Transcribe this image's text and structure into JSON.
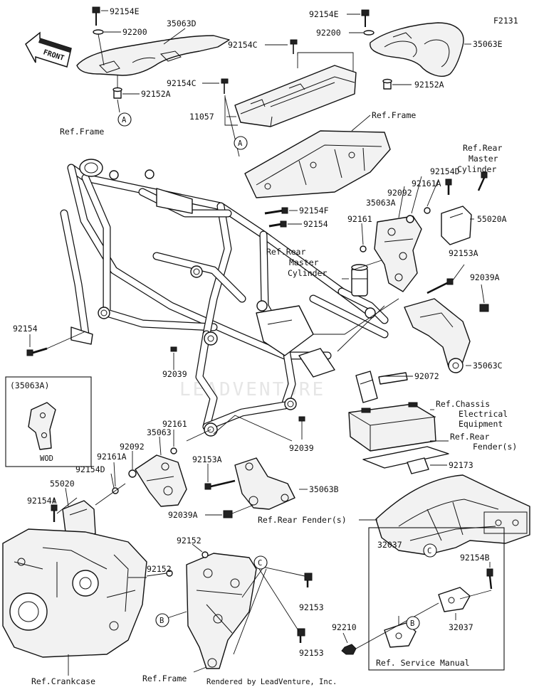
{
  "diagram_code": "F2131",
  "front_arrow_label": "FRONT",
  "watermark": "LEADVENTURE",
  "footer": "Rendered by LeadVenture, Inc.",
  "inset_box": {
    "title": "(35063A)",
    "caption": "WOD"
  },
  "service_box": {
    "title": "Ref. Service Manual"
  },
  "callouts": {
    "a": "A",
    "b": "B",
    "c": "C"
  },
  "labels": {
    "p92154e_l": "92154E",
    "p92200_l": "92200",
    "p35063d": "35063D",
    "p92152a_l": "92152A",
    "p92154c_top": "92154C",
    "p92154c_mid": "92154C",
    "p11057": "11057",
    "p92154e_r": "92154E",
    "p92200_r": "92200",
    "p35063e": "35063E",
    "p92152a_r": "92152A",
    "ref_frame_top": "Ref.Frame",
    "ref_frame_left": "Ref.Frame",
    "ref_rear_master_1": "Ref.Rear",
    "ref_rear_master_2": "Master",
    "ref_rear_master_3": "Cylinder",
    "p92154d_r": "92154D",
    "p92161a_r": "92161A",
    "p92092_r": "92092",
    "p35063a": "35063A",
    "p92161_r": "92161",
    "p55020a": "55020A",
    "p92154f": "92154F",
    "p92154_mid": "92154",
    "ref_rm2_1": "Ref.Rear",
    "ref_rm2_2": "Master",
    "ref_rm2_3": "Cylinder",
    "p92153a_r": "92153A",
    "p92039a_r": "92039A",
    "p35063c": "35063C",
    "p92154_left": "92154",
    "p92039_a": "92039",
    "p92072": "92072",
    "ref_chassis_1": "Ref.Chassis",
    "ref_chassis_2": "Electrical",
    "ref_chassis_3": "Equipment",
    "ref_rear_fender_1": "Ref.Rear",
    "ref_rear_fender_2": "Fender(s)",
    "p92161_l": "92161",
    "p35063": "35063",
    "p92092_l": "92092",
    "p92161a_l": "92161A",
    "p92154d_l": "92154D",
    "p55020": "55020",
    "p92154a": "92154A",
    "p92039_b": "92039",
    "p92153a_l": "92153A",
    "p35063b": "35063B",
    "p92039a_l": "92039A",
    "p92173": "92173",
    "ref_rear_fender_b": "Ref.Rear Fender(s)",
    "p92152_1": "92152",
    "p92152_2": "92152",
    "p92153_1": "92153",
    "p92153_2": "92153",
    "p92154b": "92154B",
    "p32037_l": "32037",
    "p32037_r": "32037",
    "p92210": "92210",
    "ref_crankcase": "Ref.Crankcase",
    "ref_frame_bottom": "Ref.Frame"
  }
}
